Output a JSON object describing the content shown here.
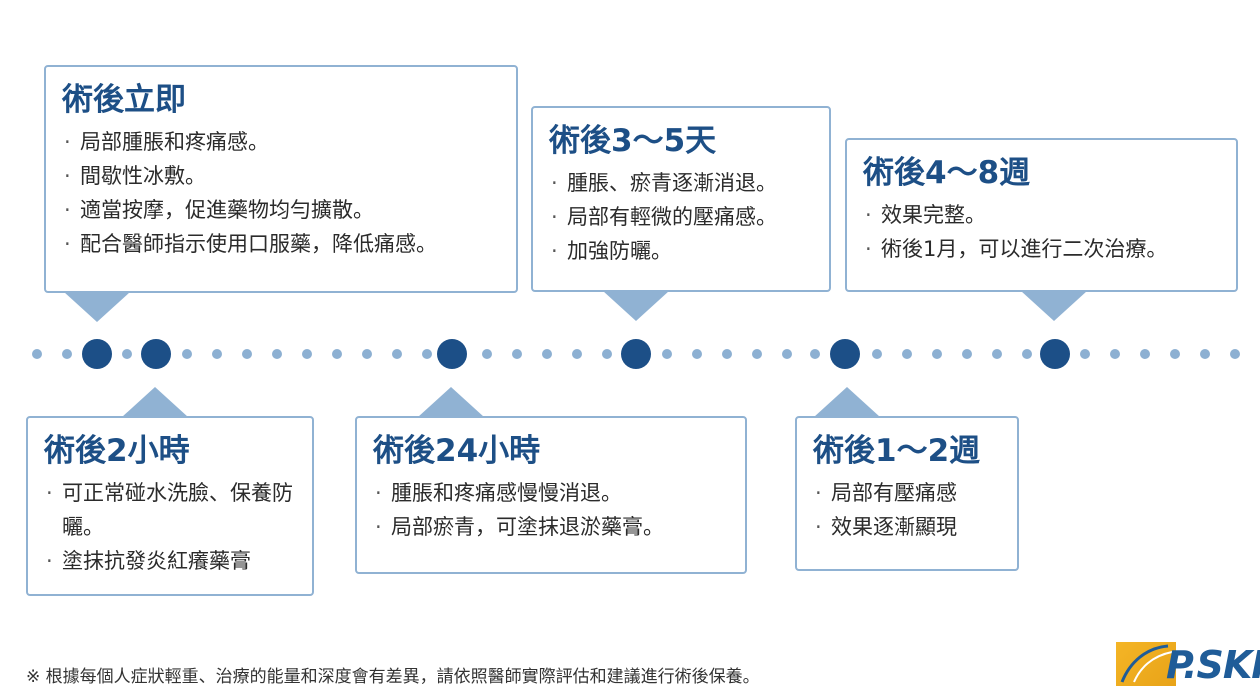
{
  "cards": [
    {
      "title": "術後立即",
      "items": [
        "局部腫脹和疼痛感。",
        "間歇性冰敷。",
        "適當按摩，促進藥物均勻擴散。",
        "配合醫師指示使用口服藥，降低痛感。"
      ]
    },
    {
      "title": "術後2小時",
      "items": [
        "可正常碰水洗臉、保養防曬。",
        "塗抹抗發炎紅癢藥膏"
      ]
    },
    {
      "title": "術後24小時",
      "items": [
        "腫脹和疼痛感慢慢消退。",
        "局部瘀青，可塗抹退淤藥膏。"
      ]
    },
    {
      "title": "術後3～5天",
      "items": [
        "腫脹、瘀青逐漸消退。",
        "局部有輕微的壓痛感。",
        "加強防曬。"
      ]
    },
    {
      "title": "術後1～2週",
      "items": [
        "局部有壓痛感",
        "效果逐漸顯現"
      ]
    },
    {
      "title": "術後4～8週",
      "items": [
        "效果完整。",
        "術後1月，可以進行二次治療。"
      ]
    }
  ],
  "footnote": "※  根據每個人症狀輕重、治療的能量和深度會有差異，請依照醫師實際評估和建議進行術後保養。",
  "logo": {
    "text": "P.SKIN"
  },
  "colors": {
    "accent": "#1c4f87",
    "border": "#90b2d3",
    "dot": "#8db0d2",
    "logo_gold": "#f4b526"
  }
}
